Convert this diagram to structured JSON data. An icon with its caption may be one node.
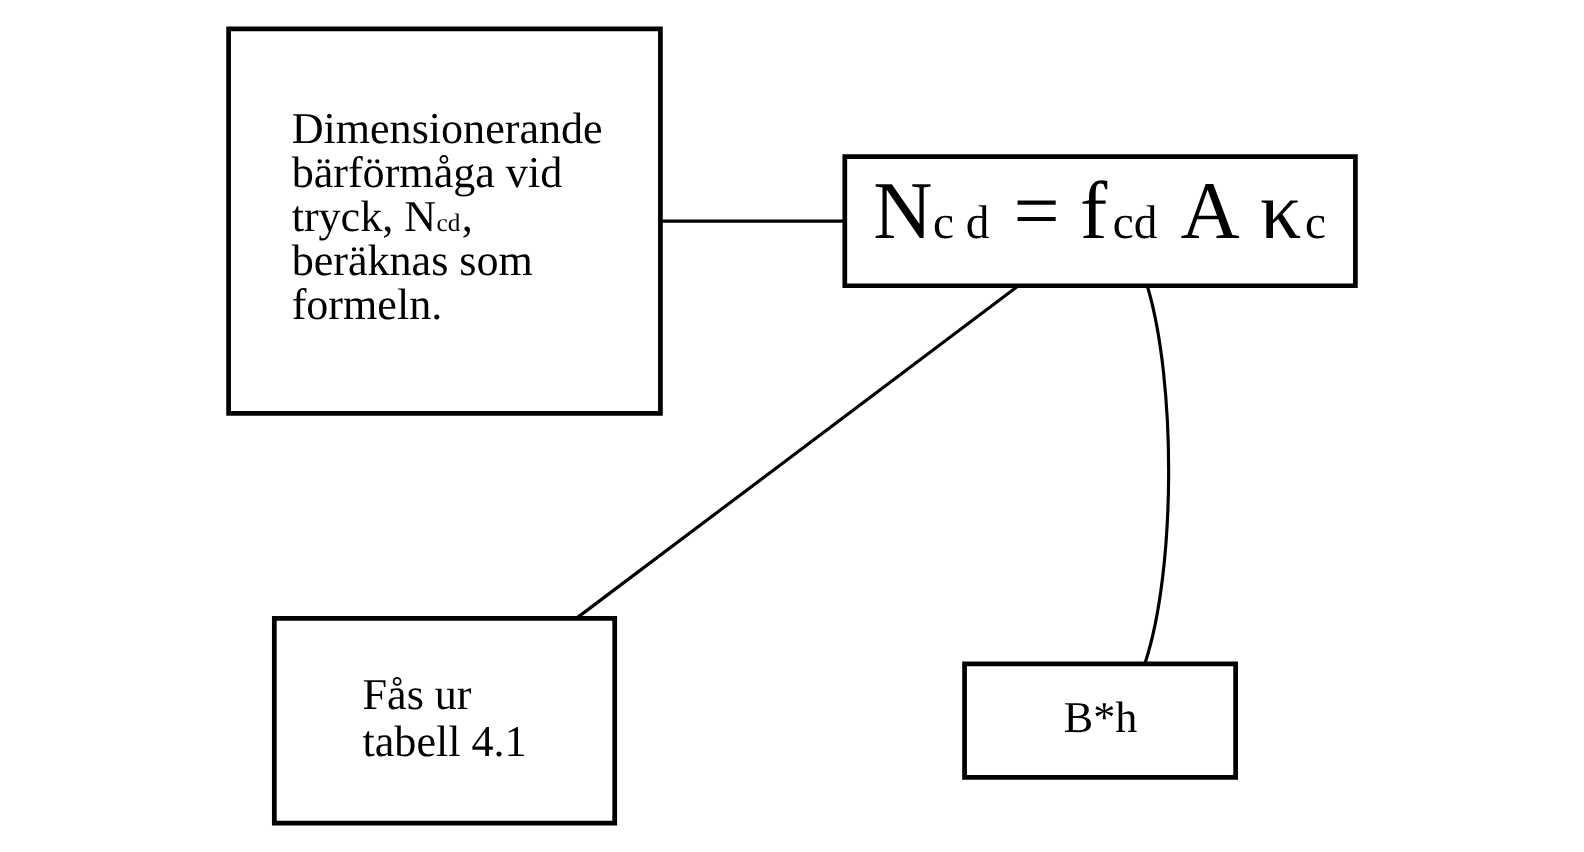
{
  "diagram": {
    "nodes": [
      {
        "text": [
          "Dimensionerande bärförmåga vid tryck, N$_{cd}$, beräknas som formeln."
        ]
      },
      {
        "text": [
          "N$_{c d}$ = f$_{cd}$ A κ$_{c}$"
        ]
      },
      {
        "text": [
          "Fås ur tabell 4.1"
        ]
      },
      {
        "text": [
          "B*h"
        ]
      }
    ],
    "edges": [
      {
        "from": 0,
        "to": 1,
        "arrow": "none"
      },
      {
        "from": 2,
        "to": 1,
        "arrow": "none"
      },
      {
        "from": 3,
        "to": 1,
        "arrow": "none"
      }
    ]
  }
}
